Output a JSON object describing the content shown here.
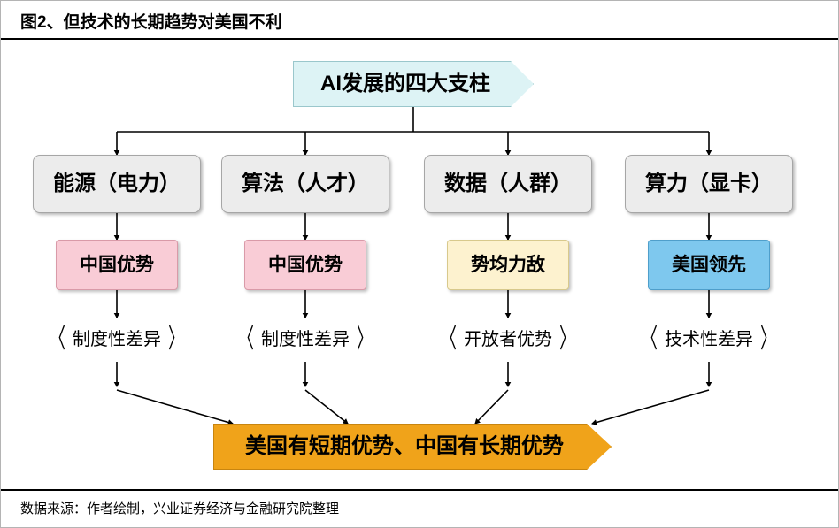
{
  "figure": {
    "title": "图2、但技术的长期趋势对美国不利",
    "source": "数据来源：作者绘制，兴业证券经济与金融研究院整理"
  },
  "diagram": {
    "type": "flowchart",
    "root": {
      "label": "AI发展的四大支柱",
      "color": "#ddf3f5"
    },
    "conclusion": {
      "label": "美国有短期优势、中国有长期优势",
      "color": "#f0a31a"
    },
    "columns": [
      {
        "pillar": "能源（电力）",
        "status": "中国优势",
        "status_color": "#f9ccd6",
        "reason": "制度性差异"
      },
      {
        "pillar": "算法（人才）",
        "status": "中国优势",
        "status_color": "#f9ccd6",
        "reason": "制度性差异"
      },
      {
        "pillar": "数据（人群）",
        "status": "势均力敌",
        "status_color": "#fdf2cf",
        "reason": "开放者优势"
      },
      {
        "pillar": "算力（显卡）",
        "status": "美国领先",
        "status_color": "#7ec8ee",
        "reason": "技术性差异"
      }
    ],
    "bracket_left": "〈",
    "bracket_right": "〉"
  }
}
